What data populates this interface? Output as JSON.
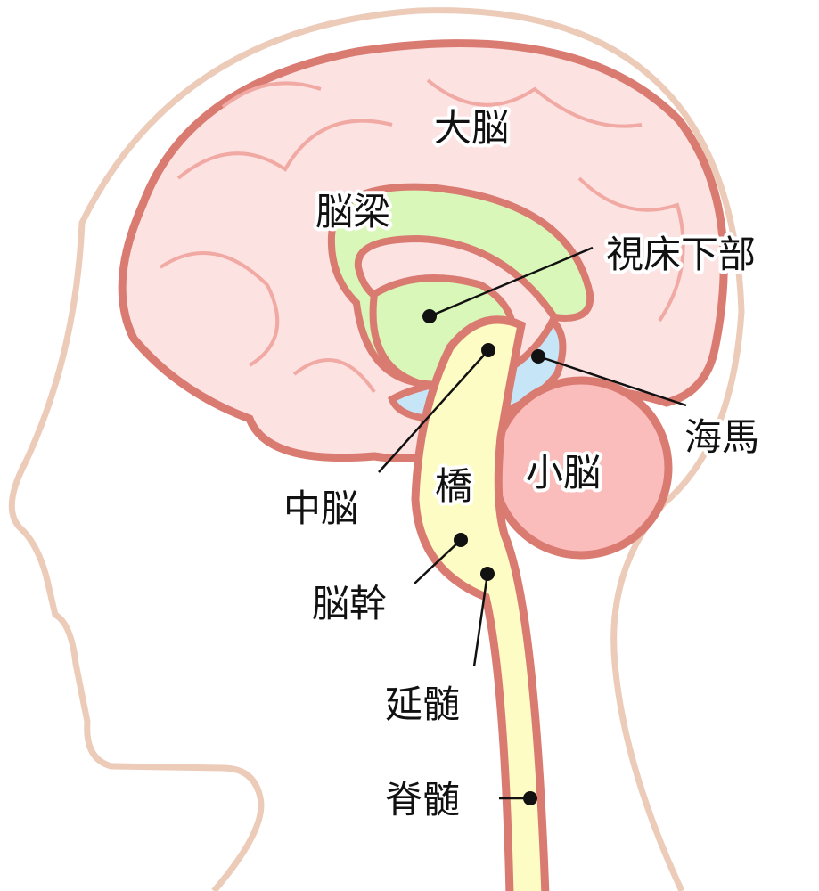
{
  "title": "Brain anatomy (sagittal view)",
  "labels": {
    "cerebrum": "大脳",
    "corpus_callosum": "脳梁",
    "hypothalamus": "視床下部",
    "hippocampus": "海馬",
    "cerebellum": "小脳",
    "midbrain": "中脳",
    "pons": "橋",
    "brainstem": "脳幹",
    "medulla": "延髄",
    "spinal_cord": "脊髄"
  },
  "colors": {
    "head_outline": "#eccbb9",
    "brain_fill": "#fde2e2",
    "brain_stroke": "#da7b72",
    "corpus_callosum": "#d8f7b8",
    "hippocampus": "#c6e6f8",
    "cerebellum": "#fbbcbc",
    "brainstem": "#fdfcc4"
  }
}
